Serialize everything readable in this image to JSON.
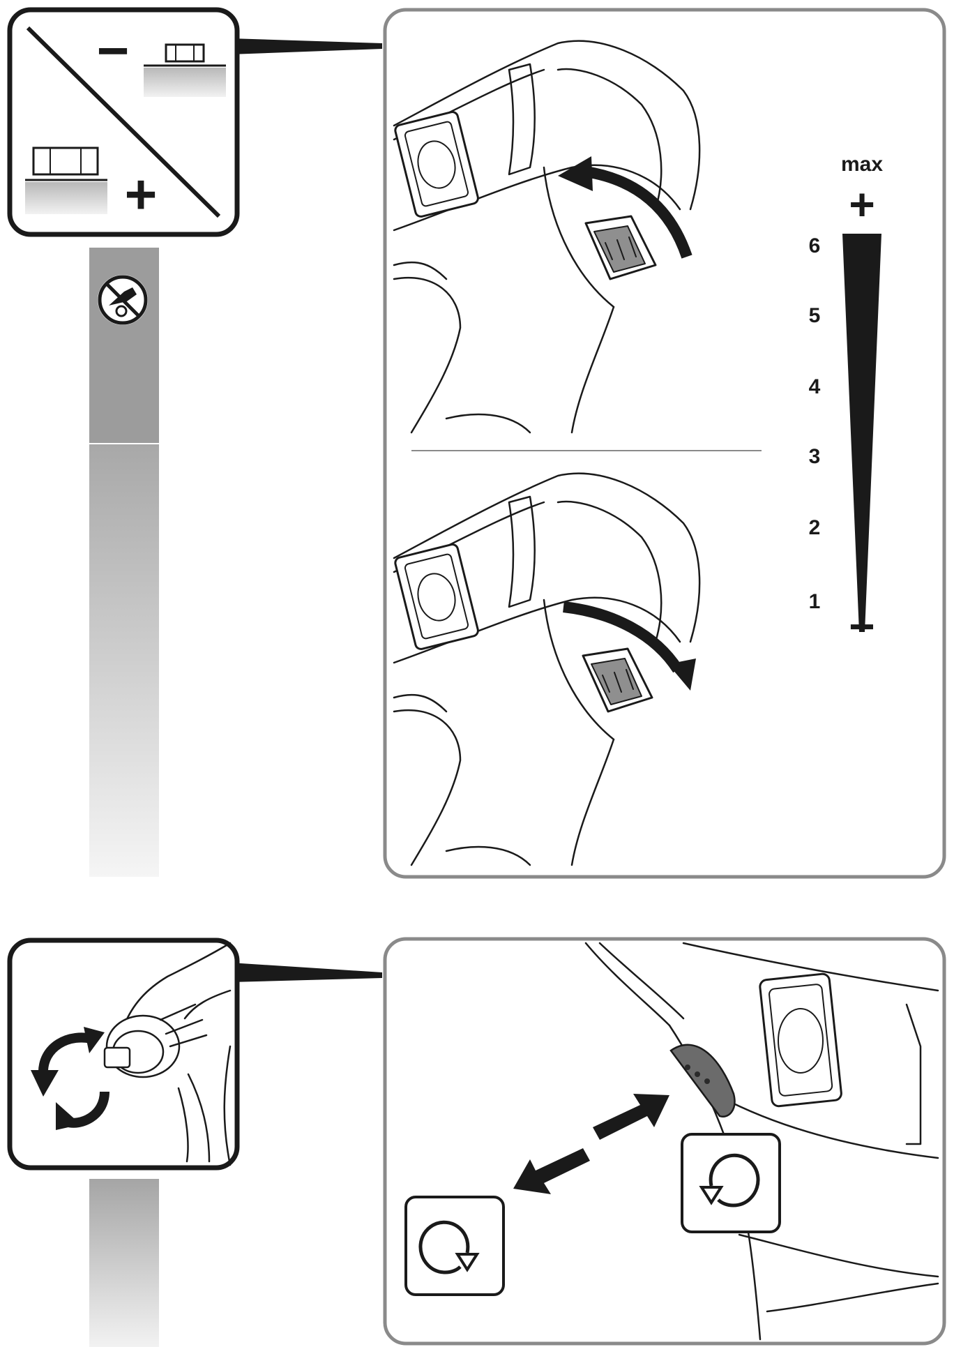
{
  "torque_scale": {
    "max_label": "max",
    "plus_symbol": "+",
    "minus_symbol": "−",
    "steps": [
      "6",
      "5",
      "4",
      "3",
      "2",
      "1"
    ]
  },
  "torque_legend": {
    "less_symbol": "−",
    "more_symbol": "+"
  },
  "icons": {
    "torque_legend": "nut-size-torque-icon",
    "no_impact_drilling": "no-drilling-icon",
    "rotation_direction": "rotation-direction-icon",
    "clockwise": "rotate-clockwise-icon",
    "counterclockwise": "rotate-counterclockwise-icon",
    "brand_logo": "fein-logo"
  },
  "colors": {
    "ink": "#1a1a1a",
    "frame": "#8a8a8a",
    "stripe_dark": "#9a9a9a",
    "stripe_light": "#f4f4f4",
    "slider": "#6b6b6b"
  }
}
